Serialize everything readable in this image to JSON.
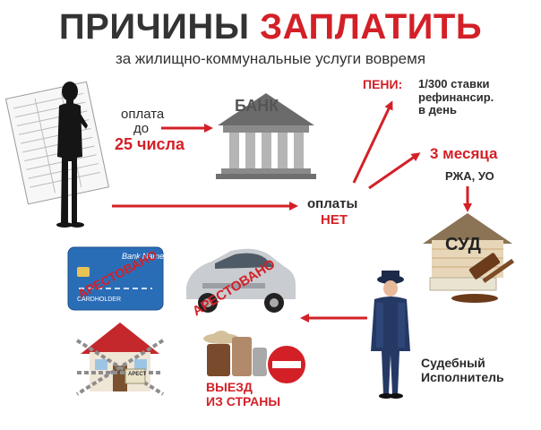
{
  "header": {
    "title_part1": "ПРИЧИНЫ",
    "title_part2": "ЗАПЛАТИТЬ",
    "subtitle": "за жилищно-коммунальные услуги вовремя"
  },
  "flow": {
    "pay_line1": "оплата",
    "pay_line2": "до",
    "pay_line3": "25 числа",
    "bank": "БАНК",
    "no_pay_line1": "оплаты",
    "no_pay_line2": "НЕТ",
    "penalty_label": "ПЕНИ:",
    "penalty_line1": "1/300 ставки",
    "penalty_line2": "рефинансир.",
    "penalty_line3": "в день",
    "months": "3 месяца",
    "orgs": "РЖА, УО",
    "court": "СУД",
    "bailiff_line1": "Судебный",
    "bailiff_line2": "Исполнитель"
  },
  "consequences": {
    "card_bank": "Bank Name",
    "card_holder": "CARDHOLDER",
    "card_stamp": "АРЕСТОВАНО",
    "car_stamp": "АРЕСТОВАНО",
    "house_tag": "АРЕСТ",
    "travel_line1": "ВЫЕЗД",
    "travel_line2": "ИЗ СТРАНЫ"
  },
  "colors": {
    "accent_red": "#d32027",
    "text_dark": "#333333"
  }
}
